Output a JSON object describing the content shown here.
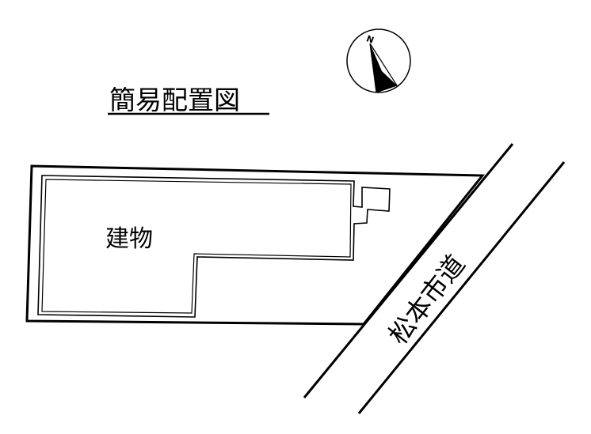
{
  "title": "簡易配置図",
  "building_label": "建物",
  "road_label": "松本市道",
  "compass": {
    "north_letter": "N"
  },
  "colors": {
    "line": "#000000",
    "background": "#ffffff"
  }
}
